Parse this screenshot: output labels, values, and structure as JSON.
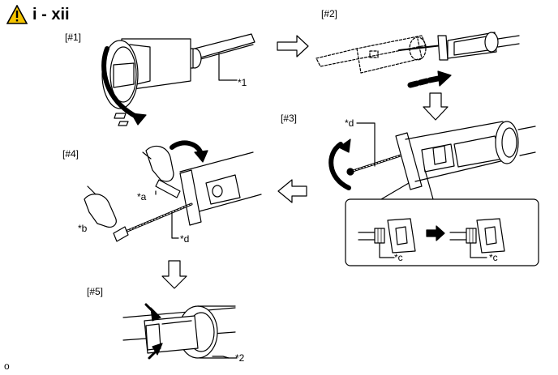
{
  "title": {
    "text": "i - xii",
    "icon": "warning-triangle-icon",
    "icon_color": "#f5c400"
  },
  "steps": [
    "[#1]",
    "[#2]",
    "[#3]",
    "[#4]",
    "[#5]"
  ],
  "callouts": {
    "p1": "*1",
    "p2": "*2",
    "a": "*a",
    "b": "*b",
    "c1": "*c",
    "c2": "*c",
    "d1": "*d",
    "d2": "*d"
  },
  "footer": "o"
}
